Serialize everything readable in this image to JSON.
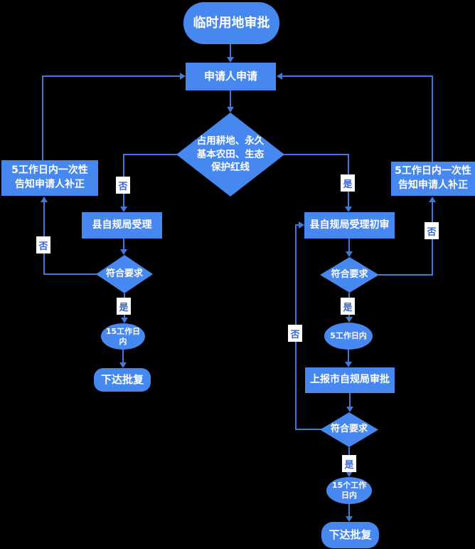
{
  "title": "临时用地审批",
  "colors": {
    "background": "#000000",
    "shape_fill": "#4687F0",
    "line_color": "#4377D9",
    "label_bg": "#FFFFFF",
    "label_text": "#3A66C8",
    "shape_text": "#FFFFFF"
  },
  "labels": {
    "yes": "是",
    "no": "否"
  },
  "nodes": {
    "start": {
      "type": "terminator",
      "label": "临时用地审批"
    },
    "apply": {
      "type": "process",
      "label": "申请人申请"
    },
    "decision_redline": {
      "type": "decision",
      "label": "占用耕地、永久\n基本农田、生态\n保护红线"
    },
    "notify_left": {
      "type": "process",
      "label": "5工作日内一次性\n告知申请人补正"
    },
    "notify_right": {
      "type": "process",
      "label": "5工作日内一次性\n告知申请人补正"
    },
    "county_accept": {
      "type": "process",
      "label": "县自规局受理"
    },
    "county_review": {
      "type": "process",
      "label": "县自规局受理初审"
    },
    "check_left": {
      "type": "decision",
      "label": "符合要求"
    },
    "check_right": {
      "type": "decision",
      "label": "符合要求"
    },
    "days15_left": {
      "type": "duration",
      "label": "15工作日\n内"
    },
    "days5_right": {
      "type": "duration",
      "label": "5工作日内"
    },
    "report_city": {
      "type": "process",
      "label": "上报市自规局审批"
    },
    "check_final": {
      "type": "decision",
      "label": "符合要求"
    },
    "days15_right": {
      "type": "duration",
      "label": "15个工作\n日内"
    },
    "issue_left": {
      "type": "terminator",
      "label": "下达批复"
    },
    "issue_right": {
      "type": "terminator",
      "label": "下达批复"
    }
  },
  "edges": [
    {
      "from": "start",
      "to": "apply",
      "label": ""
    },
    {
      "from": "apply",
      "to": "decision_redline",
      "label": ""
    },
    {
      "from": "decision_redline",
      "to": "county_accept",
      "label": "否"
    },
    {
      "from": "decision_redline",
      "to": "county_review",
      "label": "是"
    },
    {
      "from": "county_accept",
      "to": "check_left",
      "label": ""
    },
    {
      "from": "check_left",
      "to": "days15_left",
      "label": "是"
    },
    {
      "from": "check_left",
      "to": "notify_left",
      "label": "否"
    },
    {
      "from": "notify_left",
      "to": "apply",
      "label": ""
    },
    {
      "from": "days15_left",
      "to": "issue_left",
      "label": ""
    },
    {
      "from": "county_review",
      "to": "check_right",
      "label": ""
    },
    {
      "from": "check_right",
      "to": "days5_right",
      "label": "是"
    },
    {
      "from": "check_right",
      "to": "notify_right",
      "label": "否"
    },
    {
      "from": "notify_right",
      "to": "apply",
      "label": ""
    },
    {
      "from": "days5_right",
      "to": "report_city",
      "label": ""
    },
    {
      "from": "report_city",
      "to": "check_final",
      "label": ""
    },
    {
      "from": "check_final",
      "to": "days15_right",
      "label": "是"
    },
    {
      "from": "check_final",
      "to": "county_review",
      "label": "否"
    },
    {
      "from": "days15_right",
      "to": "issue_right",
      "label": ""
    }
  ]
}
